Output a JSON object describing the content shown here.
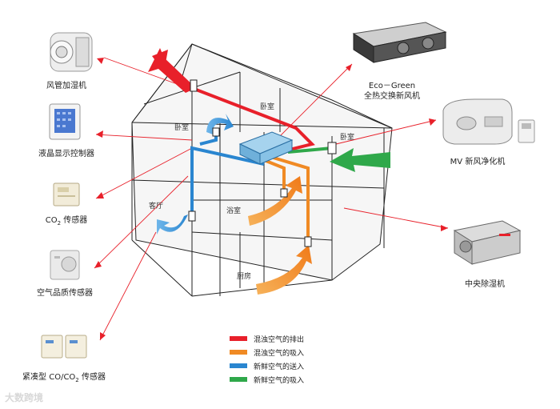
{
  "devices": {
    "duct_humidifier": "风管加湿机",
    "lcd_controller": "液晶显示控制器",
    "co2_sensor_prefix": "CO",
    "co2_sensor_sub": "2",
    "co2_sensor_suffix": " 传感器",
    "air_quality_sensor": "空气品质传感器",
    "compact_sensor_prefix": "紧凑型 CO/CO",
    "compact_sensor_sub": "2",
    "compact_sensor_suffix": " 传感器",
    "eco_green_line1": "Eco－Green",
    "eco_green_line2": "全热交换新风机",
    "mv_purifier": "MV 新风净化机",
    "central_dehumidifier": "中央除湿机"
  },
  "rooms": {
    "bedroom_a": "卧室",
    "bedroom_b": "卧室",
    "bedroom_c": "卧室",
    "living_room": "客厅",
    "bathroom": "浴室",
    "kitchen": "厨房"
  },
  "legend": [
    {
      "label": "混浊空气的排出",
      "color": "#e8202a"
    },
    {
      "label": "混浊空气的吸入",
      "color": "#f08a24"
    },
    {
      "label": "新鲜空气的送入",
      "color": "#2a86d0"
    },
    {
      "label": "新鲜空气的吸入",
      "color": "#2fa84a"
    }
  ],
  "watermark": "大数跨境"
}
